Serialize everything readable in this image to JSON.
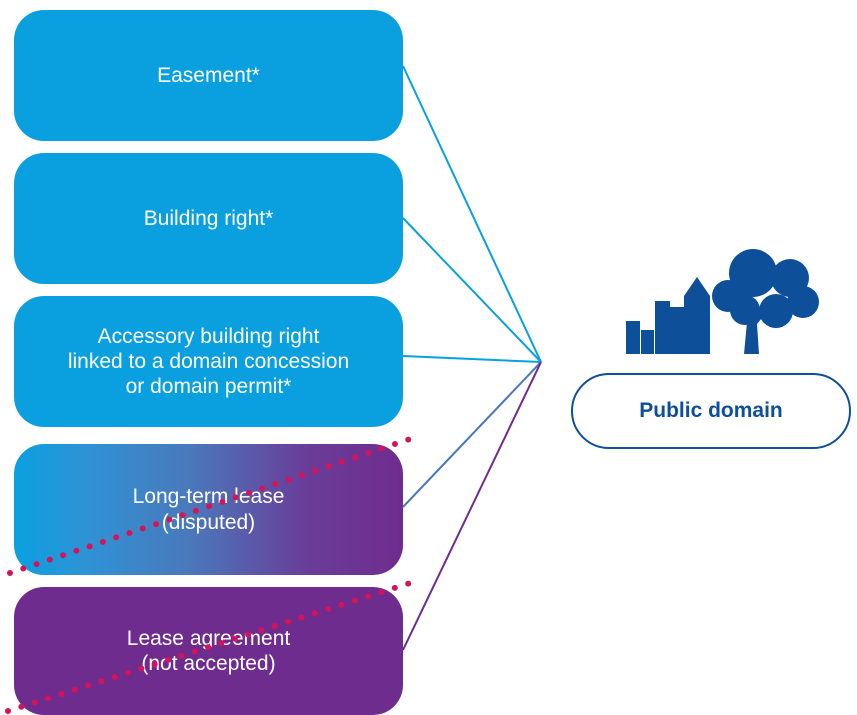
{
  "boxes": [
    {
      "label": "Easement*",
      "style": "blue",
      "connector_color": "#0aa0e0"
    },
    {
      "label": "Building right*",
      "style": "blue",
      "connector_color": "#0aa0e0"
    },
    {
      "label": "Accessory building right\nlinked to a domain concession\nor domain permit*",
      "style": "blue",
      "connector_color": "#0aa0e0"
    },
    {
      "label": "Long-term lease\n(disputed)",
      "style": "gradient",
      "connector_color": "#4a79bb",
      "crossed_out": true
    },
    {
      "label": "Lease agreement\n(not accepted)",
      "style": "purple",
      "connector_color": "#6f2c8f",
      "crossed_out": true
    }
  ],
  "target": {
    "label": "Public domain",
    "icon": "city-and-tree-icon"
  },
  "colors": {
    "blue": "#0aa0e0",
    "purple": "#6f2c8f",
    "navy": "#0e4f9a",
    "strike": "#d4145a"
  }
}
